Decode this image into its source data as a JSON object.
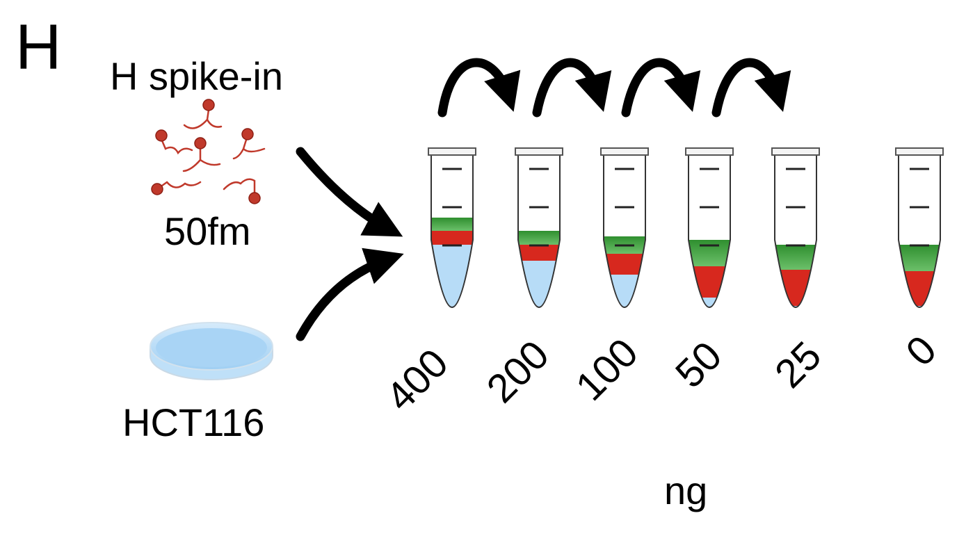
{
  "panel_letter": "H",
  "spike_in": {
    "title": "H spike-in",
    "amount": "50fm",
    "icon": "phosphopeptide-molecules-icon",
    "color": "#c0392b"
  },
  "cells": {
    "label": "HCT116",
    "icon": "petri-dish-icon",
    "color": "#a9d4f5"
  },
  "dilution": {
    "unit": "ng",
    "amounts": [
      "400",
      "200",
      "100",
      "50",
      "25",
      "0"
    ],
    "layer_colors": {
      "sample": "#b7dcf7",
      "spike_in": "#d7281e",
      "buffer": "#3b9a3a"
    }
  }
}
